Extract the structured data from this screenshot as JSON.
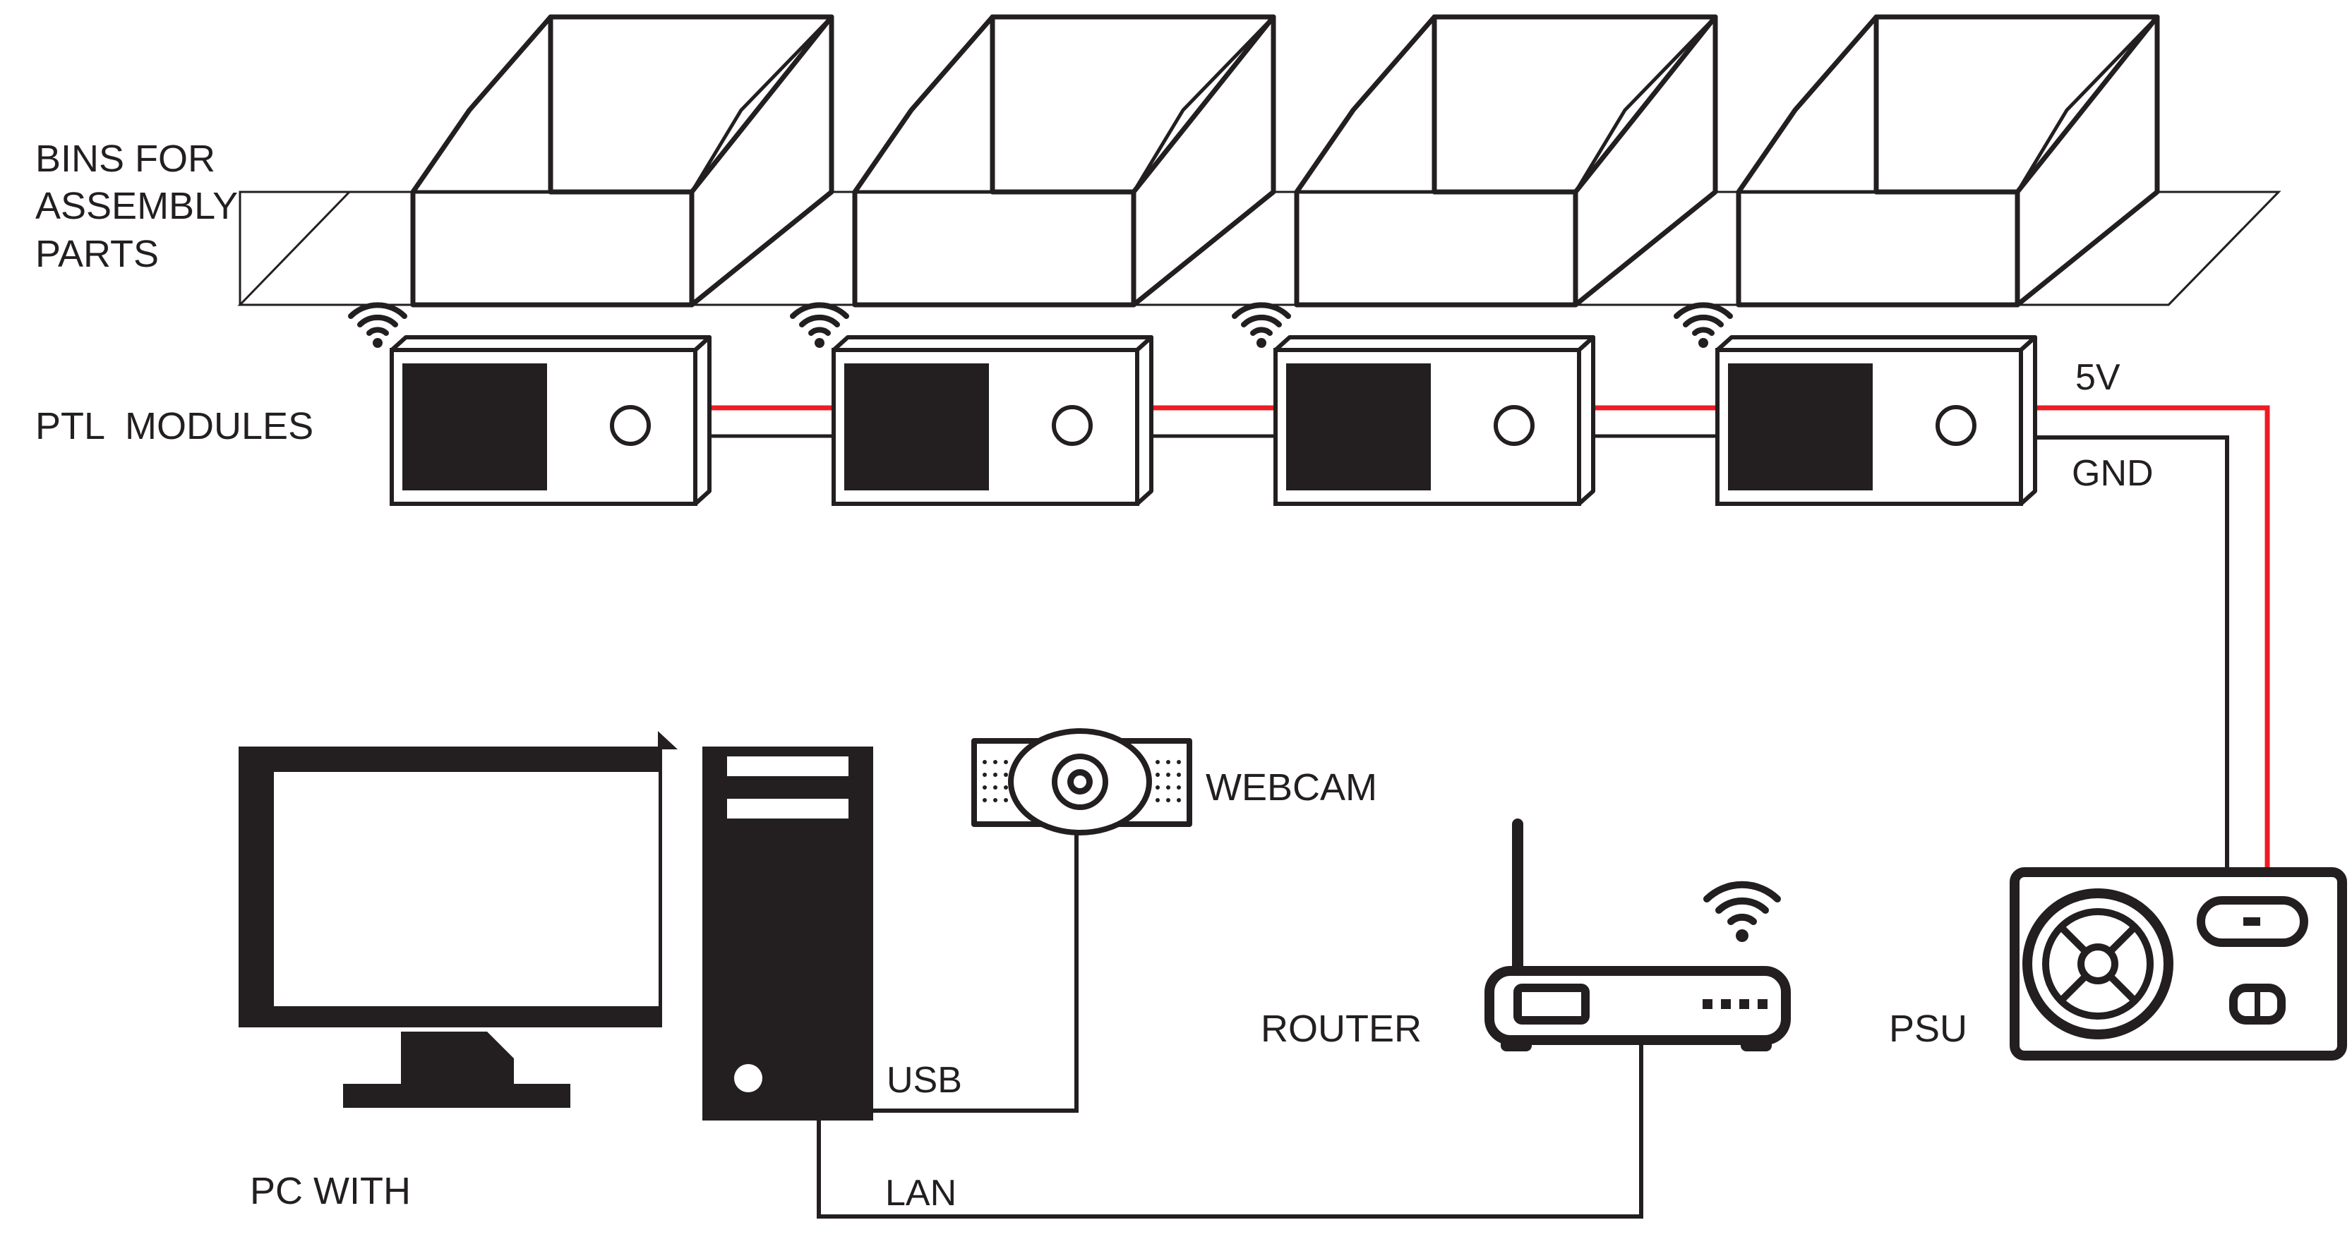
{
  "labels": {
    "bins": [
      "BINS FOR",
      "ASSEMBLY",
      "PARTS"
    ],
    "ptl_modules": "PTL  MODULES",
    "v5": "5V",
    "gnd": "GND",
    "webcam": "WEBCAM",
    "router": "ROUTER",
    "psu": "PSU",
    "usb": "USB",
    "lan": "LAN",
    "pc": "PC WITH"
  },
  "colors": {
    "line": "#231f20",
    "power": "#ed1c24",
    "fill_dark": "#231f20",
    "background": "#ffffff"
  },
  "icons": [
    "wifi-icon",
    "webcam-icon",
    "router-icon",
    "psu-icon",
    "monitor-icon",
    "pc-tower-icon"
  ],
  "module_count": 4,
  "bin_count": 4
}
